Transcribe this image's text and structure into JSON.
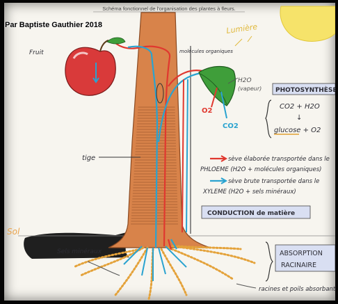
{
  "header": {
    "title": "Schéma fonctionnel de l'organisation des plantes à fleurs.",
    "credit": "Par Baptiste Gauthier 2018"
  },
  "labels": {
    "fruit": "Fruit",
    "lumiere": "Lumière",
    "molecules": "molécules organiques",
    "tige": "tige",
    "sol": "Sol",
    "sels": "Sels minéraux",
    "h2o": "H2O",
    "vapeur": "(vapeur)",
    "o2": "O2",
    "co2": "CO2",
    "racines": "racines et poils absorbants"
  },
  "photosynthese": {
    "title": "PHOTOSYNTHÈSE",
    "reactants": "CO2 + H2O",
    "arrow": "↓",
    "products": "glucose + O2"
  },
  "legend": {
    "elaboree": "sève élaborée transportée dans le",
    "phloeme": "PHLOEME (H2O + molécules organiques)",
    "brute": "sève brute transportée dans le",
    "xyleme": "XYLEME (H2O + sels minéraux)"
  },
  "conduction": "CONDUCTION de matière",
  "absorption": {
    "line1": "ABSORPTION",
    "line2": "RACINAIRE"
  },
  "colors": {
    "sap_elaboree": "#e0382f",
    "sap_brute": "#2aa3d0",
    "stem": "#d8834a",
    "leaf": "#3f9e3a",
    "fruit": "#d93a3a",
    "sun": "#f6e36a",
    "box_fill": "#d9dff2",
    "roots": "#e4a23a"
  }
}
